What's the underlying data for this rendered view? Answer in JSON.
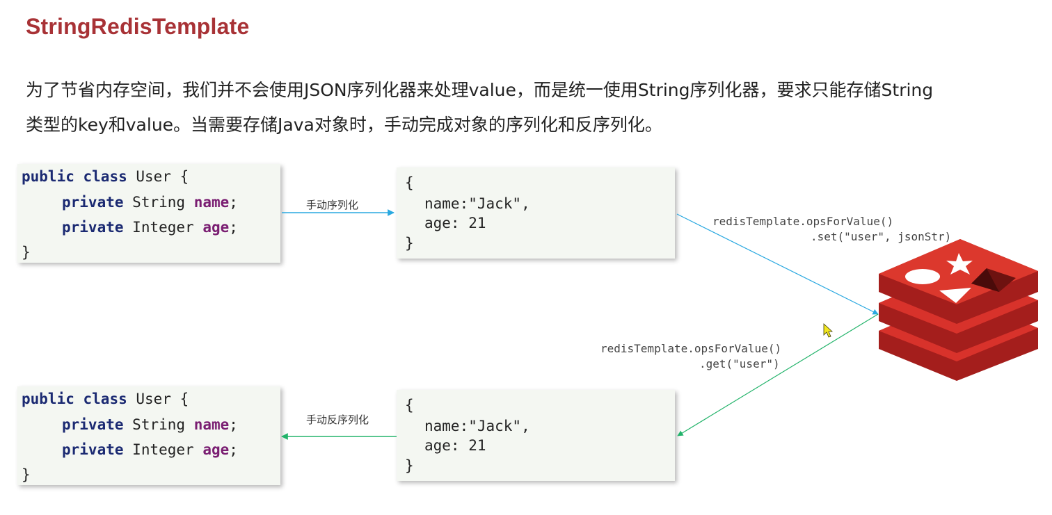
{
  "title": "StringRedisTemplate",
  "description": {
    "line1": "为了节省内存空间，我们并不会使用JSON序列化器来处理value，而是统一使用String序列化器，要求只能存储String",
    "line2": "类型的key和value。当需要存储Java对象时，手动完成对象的序列化和反序列化。"
  },
  "java_class": {
    "kw_public": "public",
    "kw_class": "class",
    "class_name": "User",
    "open_brace": "{",
    "close_brace": "}",
    "kw_private": "private",
    "field1_type": "String",
    "field1_name": "name",
    "field2_type": "Integer",
    "field2_name": "age",
    "semicolon": ";"
  },
  "json_object": {
    "open_brace": "{",
    "line1": "name:\"Jack\",",
    "line2": "age: 21",
    "close_brace": "}"
  },
  "labels": {
    "serialize": "手动序列化",
    "deserialize": "手动反序列化",
    "set_call_line1": "redisTemplate.opsForValue()",
    "set_call_line2": ".set(\"user\", jsonStr)",
    "get_call_line1": "redisTemplate.opsForValue()",
    "get_call_line2": ".get(\"user\")"
  },
  "colors": {
    "title": "#a83236",
    "arrow_serialize": "#29a8e0",
    "arrow_deserialize": "#22b36a",
    "redis_red": "#d8322b"
  },
  "icons": {
    "redis_logo": "redis-logo-icon",
    "cursor": "mouse-cursor-icon"
  }
}
